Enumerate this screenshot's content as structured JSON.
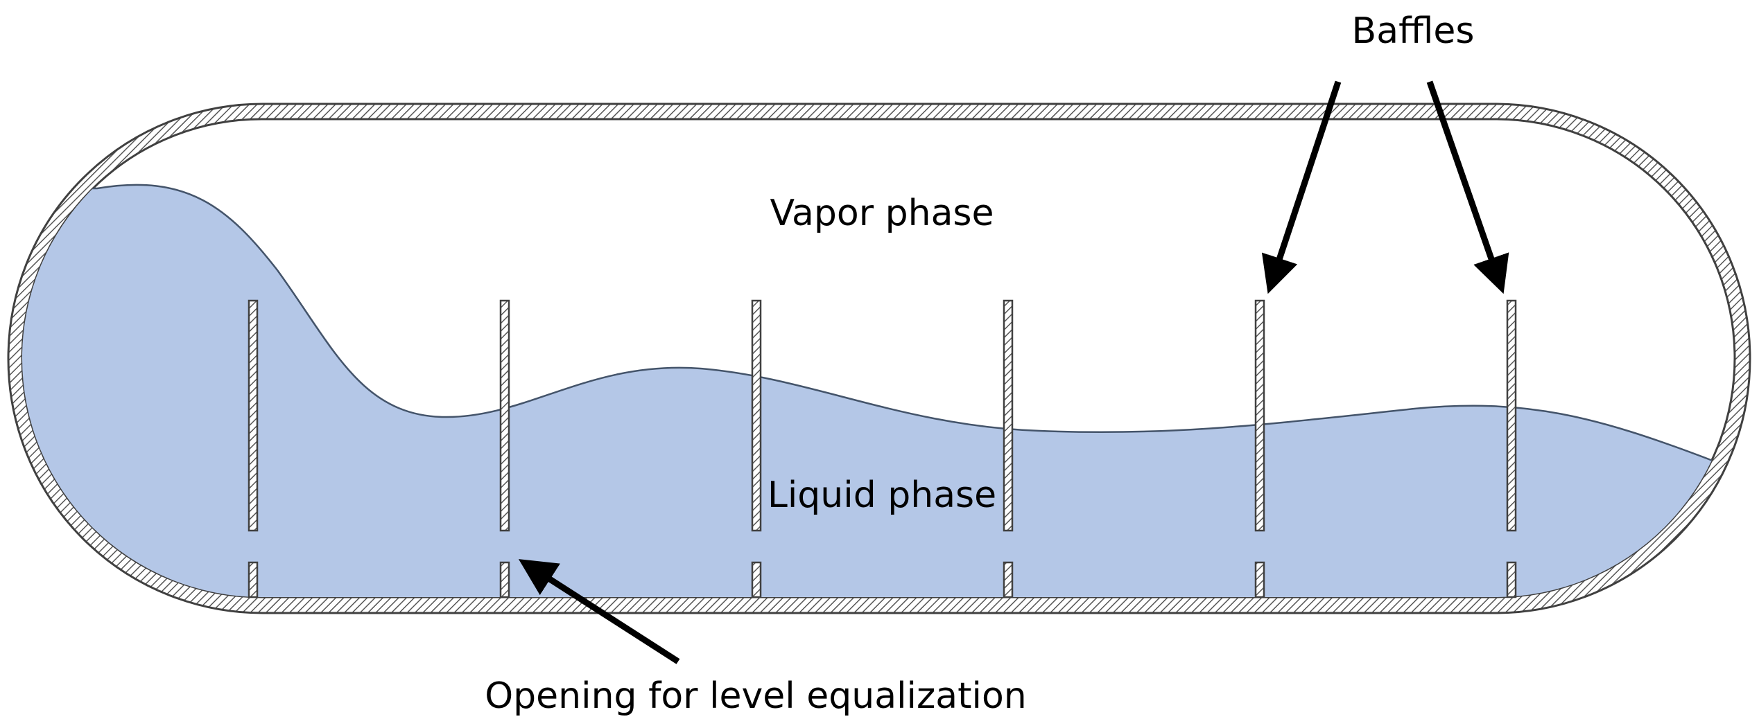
{
  "labels": {
    "baffles": "Baffles",
    "vapor_phase": "Vapor phase",
    "liquid_phase": "Liquid phase",
    "opening": "Opening for level equalization"
  },
  "baffle_count": 6,
  "colors": {
    "liquid_fill": "#b4c7e7",
    "liquid_edge": "#44546a",
    "outline": "#404040",
    "arrow": "#000000",
    "background": "#ffffff"
  }
}
